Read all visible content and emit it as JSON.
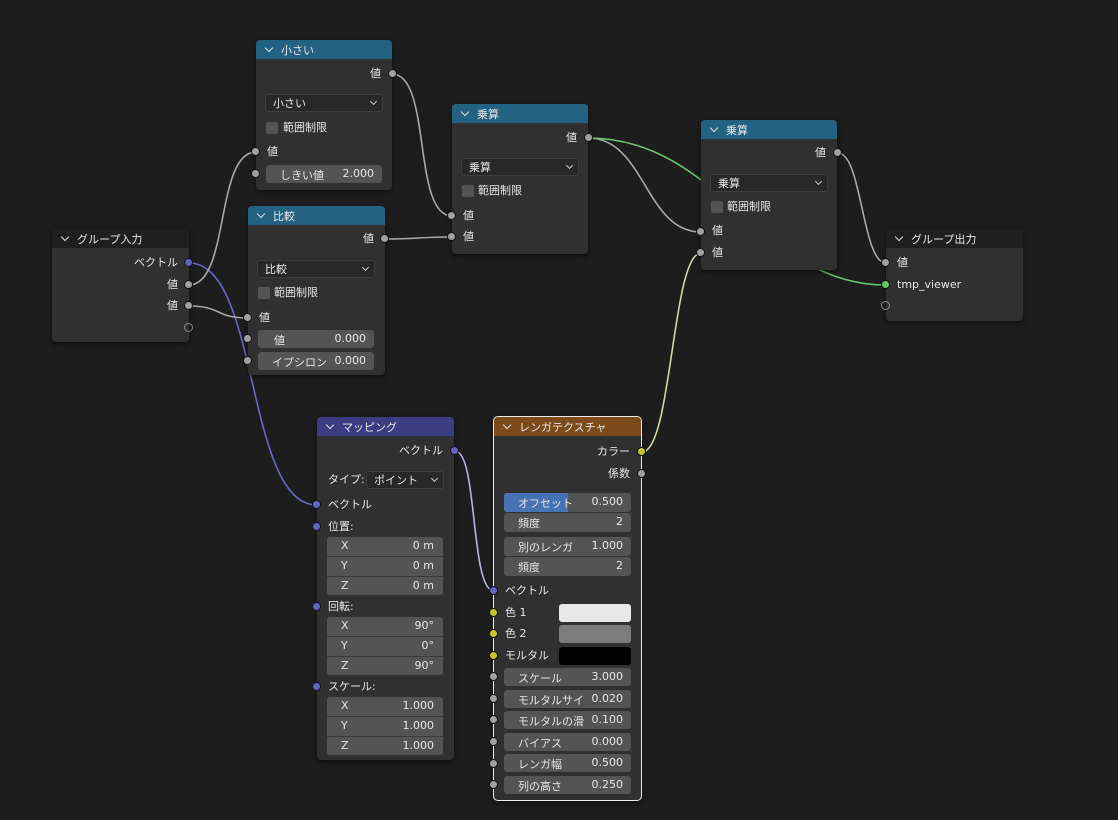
{
  "nodes": {
    "group_input": {
      "title": "グループ入力",
      "out_vector": "ベクトル",
      "out_value1": "値",
      "out_value2": "値"
    },
    "less_than": {
      "title": "小さい",
      "out_value": "値",
      "operation": "小さい",
      "clamp": "範囲制限",
      "in_value": "値",
      "threshold_label": "しきい値",
      "threshold_value": "2.000"
    },
    "compare": {
      "title": "比較",
      "out_value": "値",
      "operation": "比較",
      "clamp": "範囲制限",
      "in_value1": "値",
      "in_value2_label": "値",
      "in_value2": "0.000",
      "epsilon_label": "イプシロン",
      "epsilon_value": "0.000"
    },
    "multiply1": {
      "title": "乗算",
      "out_value": "値",
      "operation": "乗算",
      "clamp": "範囲制限",
      "in_value1": "値",
      "in_value2": "値"
    },
    "multiply2": {
      "title": "乗算",
      "out_value": "値",
      "operation": "乗算",
      "clamp": "範囲制限",
      "in_value1": "値",
      "in_value2": "値"
    },
    "group_output": {
      "title": "グループ出力",
      "in_value": "値",
      "in_viewer": "tmp_viewer"
    },
    "mapping": {
      "title": "マッピング",
      "out_vector": "ベクトル",
      "type_label": "タイプ:",
      "type_value": "ポイント",
      "in_vector": "ベクトル",
      "location_label": "位置:",
      "rotation_label": "回転:",
      "scale_label": "スケール:",
      "location": [
        {
          "axis": "X",
          "value": "0 m"
        },
        {
          "axis": "Y",
          "value": "0 m"
        },
        {
          "axis": "Z",
          "value": "0 m"
        }
      ],
      "rotation": [
        {
          "axis": "X",
          "value": "90°"
        },
        {
          "axis": "Y",
          "value": "0°"
        },
        {
          "axis": "Z",
          "value": "90°"
        }
      ],
      "scale": [
        {
          "axis": "X",
          "value": "1.000"
        },
        {
          "axis": "Y",
          "value": "1.000"
        },
        {
          "axis": "Z",
          "value": "1.000"
        }
      ]
    },
    "brick": {
      "title": "レンガテクスチャ",
      "out_color": "カラー",
      "out_fac": "係数",
      "offset_label": "オフセット",
      "offset_value": "0.500",
      "offset_fraction": 0.5,
      "freq1_label": "頻度",
      "freq1_value": "2",
      "squash_label": "別のレンガ",
      "squash_value": "1.000",
      "freq2_label": "頻度",
      "freq2_value": "2",
      "in_vector": "ベクトル",
      "color1_label": "色 1",
      "color2_label": "色 2",
      "mortar_label": "モルタル",
      "color1": "#e8e8e8",
      "color2": "#7c7c7c",
      "mortar_color": "#000000",
      "scale_label": "スケール",
      "scale_value": "3.000",
      "mortar_size_label": "モルタルサイ",
      "mortar_size_value": "0.020",
      "mortar_smooth_label": "モルタルの滑",
      "mortar_smooth_value": "0.100",
      "bias_label": "バイアス",
      "bias_value": "0.000",
      "brick_width_label": "レンガ幅",
      "brick_width_value": "0.500",
      "row_height_label": "列の高さ",
      "row_height_value": "0.250"
    }
  },
  "colors": {
    "header_blue": "#246283",
    "header_vector": "#3c3c83",
    "header_texture": "#7d4b1b",
    "header_group": "#1f1f1f",
    "socket_float": "#a1a1a1",
    "socket_vector": "#6363c7",
    "socket_color": "#c7c729",
    "socket_geometry": "#63c763"
  }
}
